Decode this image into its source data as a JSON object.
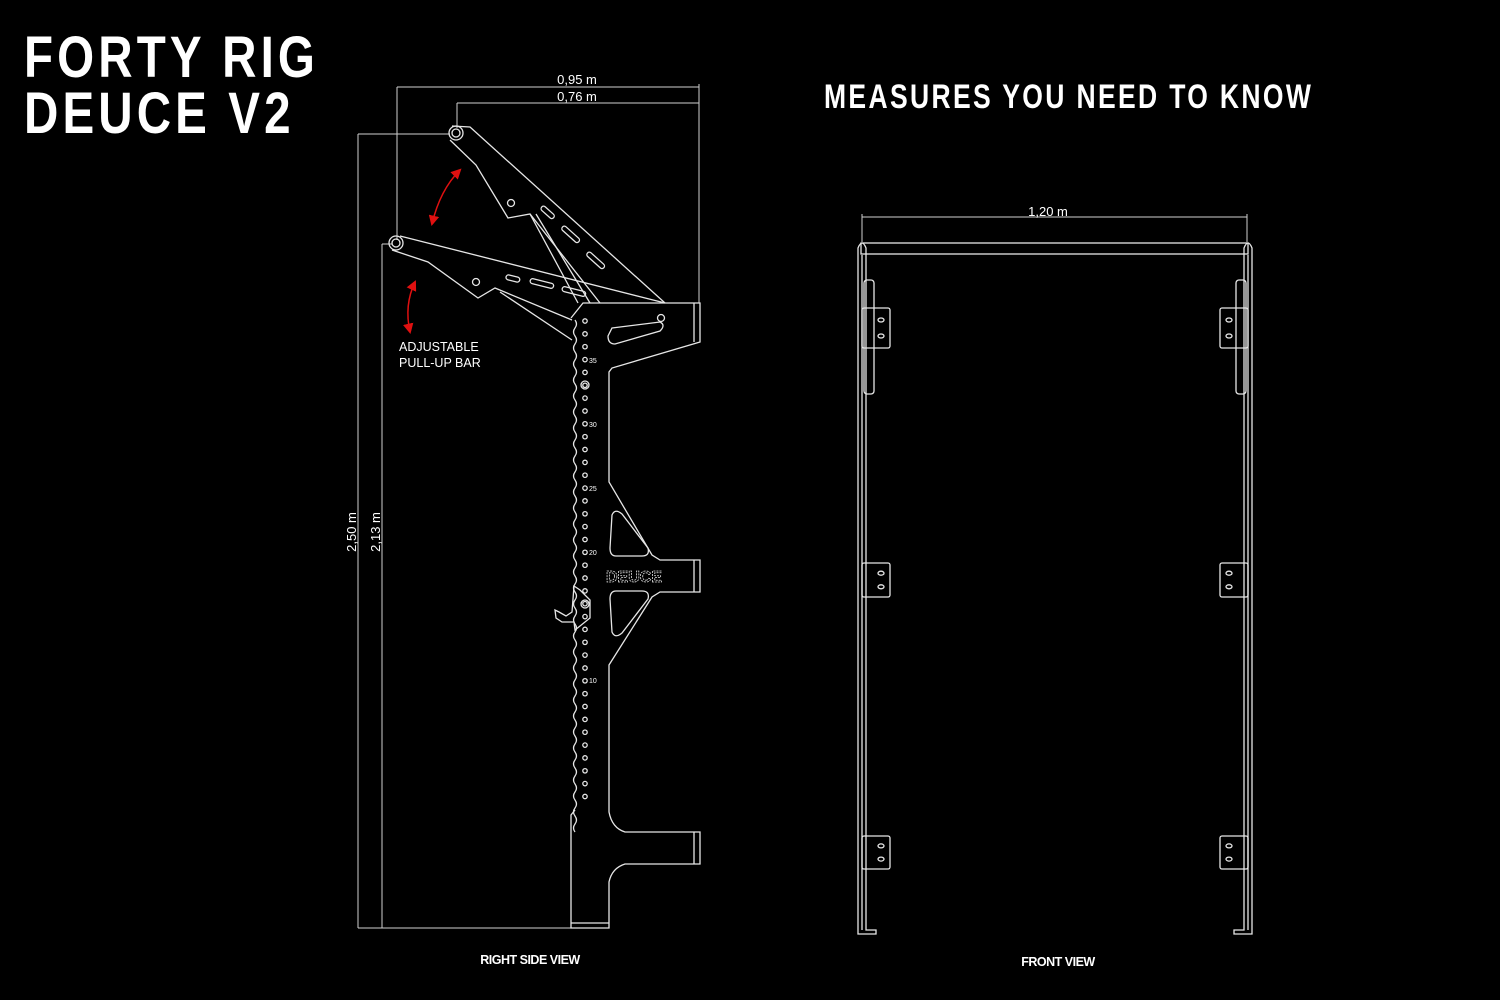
{
  "header": {
    "title_line1": "FORTY RIG",
    "title_line2": "DEUCE V2",
    "subtitle": "MEASURES YOU NEED TO KNOW"
  },
  "side_view": {
    "caption": "RIGHT SIDE VIEW",
    "dim_width_outer": "0,95 m",
    "dim_width_inner": "0,76 m",
    "dim_height_total": "2,50 m",
    "dim_height_bar": "2,13 m",
    "annotation_line1": "ADJUSTABLE",
    "annotation_line2": "PULL-UP BAR",
    "brand_mark": "DEUCE",
    "hole_labels": [
      "35",
      "30",
      "25",
      "20",
      "10"
    ]
  },
  "front_view": {
    "caption": "FRONT VIEW",
    "dim_width": "1,20 m"
  },
  "colors": {
    "background": "#000000",
    "lines": "#e6e6e6",
    "arrow": "#e01010"
  }
}
